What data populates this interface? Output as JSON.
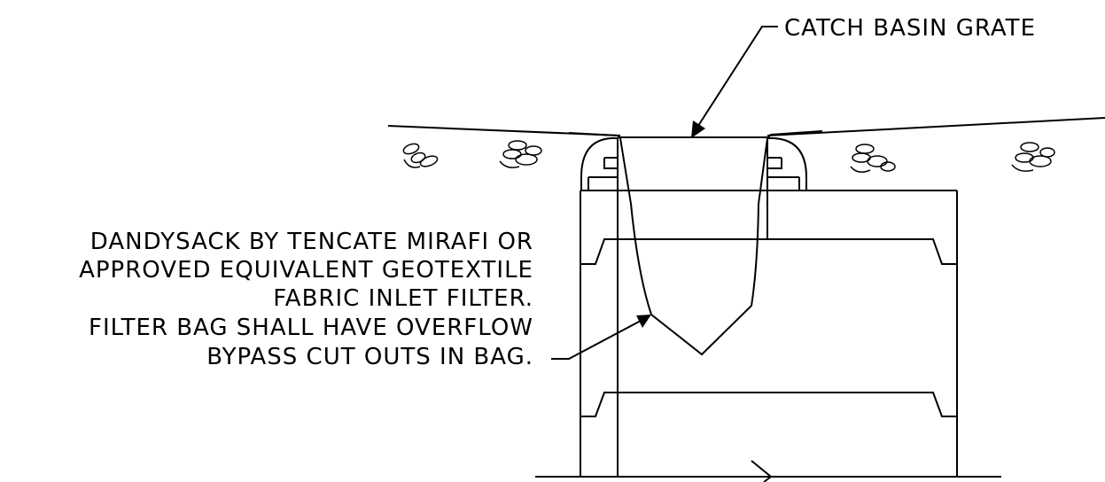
{
  "labels": {
    "catch_basin_grate": "CATCH BASIN GRATE",
    "filter_note": [
      "DANDYSACK BY TENCATE MIRAFI OR",
      "APPROVED EQUIVALENT GEOTEXTILE",
      "FABRIC INLET FILTER.",
      "FILTER BAG SHALL HAVE OVERFLOW",
      "BYPASS CUT OUTS IN BAG."
    ]
  },
  "colors": {
    "line": "#000000",
    "background": "#ffffff"
  }
}
